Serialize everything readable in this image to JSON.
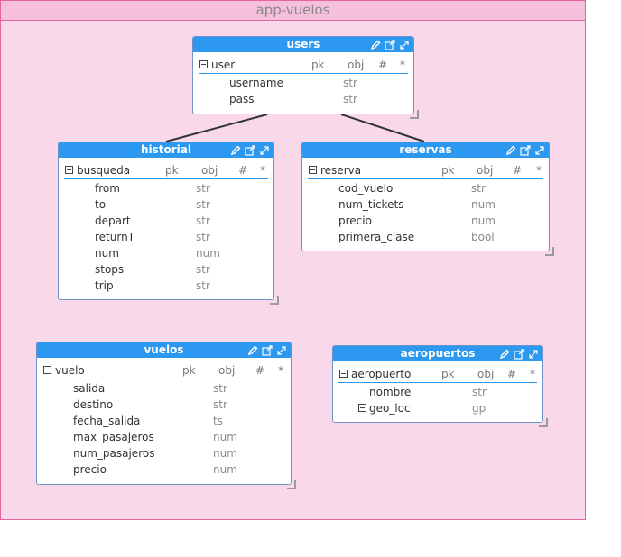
{
  "canvas": {
    "title": "app-vuelos"
  },
  "columns": {
    "pk": "pk",
    "obj": "obj",
    "hash": "#",
    "star": "*"
  },
  "entities": {
    "users": {
      "title": "users",
      "parent": "user",
      "fields": [
        {
          "name": "username",
          "type": "str"
        },
        {
          "name": "pass",
          "type": "str"
        }
      ]
    },
    "historial": {
      "title": "historial",
      "parent": "busqueda",
      "fields": [
        {
          "name": "from",
          "type": "str"
        },
        {
          "name": "to",
          "type": "str"
        },
        {
          "name": "depart",
          "type": "str"
        },
        {
          "name": "returnT",
          "type": "str"
        },
        {
          "name": "num",
          "type": "num"
        },
        {
          "name": "stops",
          "type": "str"
        },
        {
          "name": "trip",
          "type": "str"
        }
      ]
    },
    "reservas": {
      "title": "reservas",
      "parent": "reserva",
      "fields": [
        {
          "name": "cod_vuelo",
          "type": "str"
        },
        {
          "name": "num_tickets",
          "type": "num"
        },
        {
          "name": "precio",
          "type": "num"
        },
        {
          "name": "primera_clase",
          "type": "bool"
        }
      ]
    },
    "vuelos": {
      "title": "vuelos",
      "parent": "vuelo",
      "fields": [
        {
          "name": "salida",
          "type": "str"
        },
        {
          "name": "destino",
          "type": "str"
        },
        {
          "name": "fecha_salida",
          "type": "ts"
        },
        {
          "name": "max_pasajeros",
          "type": "num"
        },
        {
          "name": "num_pasajeros",
          "type": "num"
        },
        {
          "name": "precio",
          "type": "num"
        }
      ]
    },
    "aeropuertos": {
      "title": "aeropuertos",
      "parent": "aeropuerto",
      "fields": [
        {
          "name": "nombre",
          "type": "str"
        },
        {
          "name": "geo_loc",
          "type": "gp",
          "nested": true
        }
      ]
    }
  },
  "colors": {
    "header": "#2c98f0",
    "canvas_bg": "#f9d8ea",
    "canvas_border": "#e8629f"
  }
}
